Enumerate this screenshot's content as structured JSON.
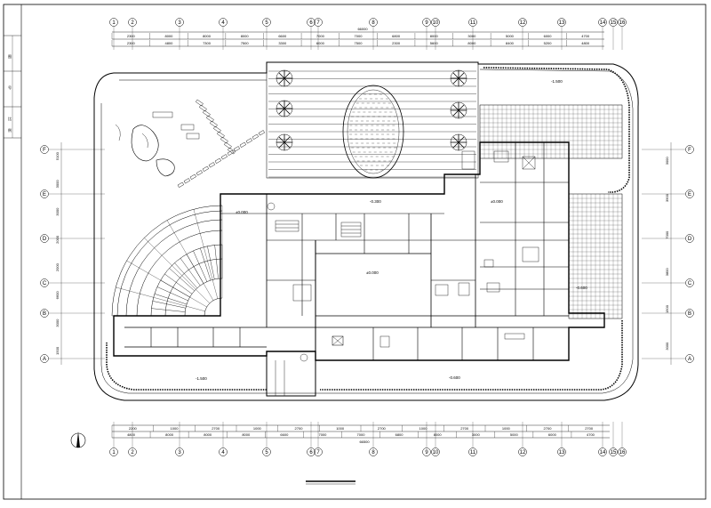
{
  "drawing": {
    "overall_top": "66000",
    "overall_bottom": "66500",
    "top_axes": [
      "1",
      "2",
      "3",
      "4",
      "5",
      "6",
      "7",
      "8",
      "9",
      "10",
      "11",
      "12",
      "13",
      "14",
      "15",
      "16"
    ],
    "left_axes": [
      "F",
      "E",
      "D",
      "C",
      "B",
      "A"
    ],
    "right_axes": [
      "F",
      "E",
      "D",
      "C",
      "B",
      "A"
    ],
    "top_dims_row1": [
      "2300",
      "8000",
      "8000",
      "8000",
      "6600",
      "7000",
      "7000",
      "6800",
      "8000",
      "3000",
      "5000",
      "6000",
      "4700"
    ],
    "top_dims_row2": [
      "2300",
      "4800",
      "7300",
      "7500",
      "3300",
      "6000",
      "7500",
      "2300",
      "5600",
      "8000",
      "8400",
      "5200",
      "4800"
    ],
    "bottom_dims_row1": [
      "2200",
      "1000",
      "2700",
      "1000",
      "2700",
      "1000",
      "2700",
      "1000",
      "2700",
      "1000",
      "2700",
      "2700"
    ],
    "bottom_dims_row2": [
      "4800",
      "8000",
      "8000",
      "8000",
      "6600",
      "7000",
      "7000",
      "6800",
      "8000",
      "3000",
      "5000",
      "6000",
      "4700"
    ],
    "left_dims": [
      "5100",
      "3000",
      "3000",
      "2000",
      "2000",
      "6600",
      "3000",
      "1500"
    ],
    "right_dims": [
      "3000",
      "3900",
      "7000",
      "3800",
      "1500",
      "3000"
    ],
    "room_labels": {
      "elev_hall": "±0.000",
      "elev_mid": "-0.300",
      "elev_right": "±0.000",
      "elev_top": "±0.000",
      "elev_court": "-1.500",
      "elev_rt": "-0.600",
      "elev_lower_left": "-1.500",
      "elev_lower_mid": "-0.600"
    },
    "sheet_side_marks": [
      "图",
      "号",
      "比",
      "例"
    ]
  },
  "colors": {
    "line": "#000000",
    "paper": "#ffffff"
  }
}
